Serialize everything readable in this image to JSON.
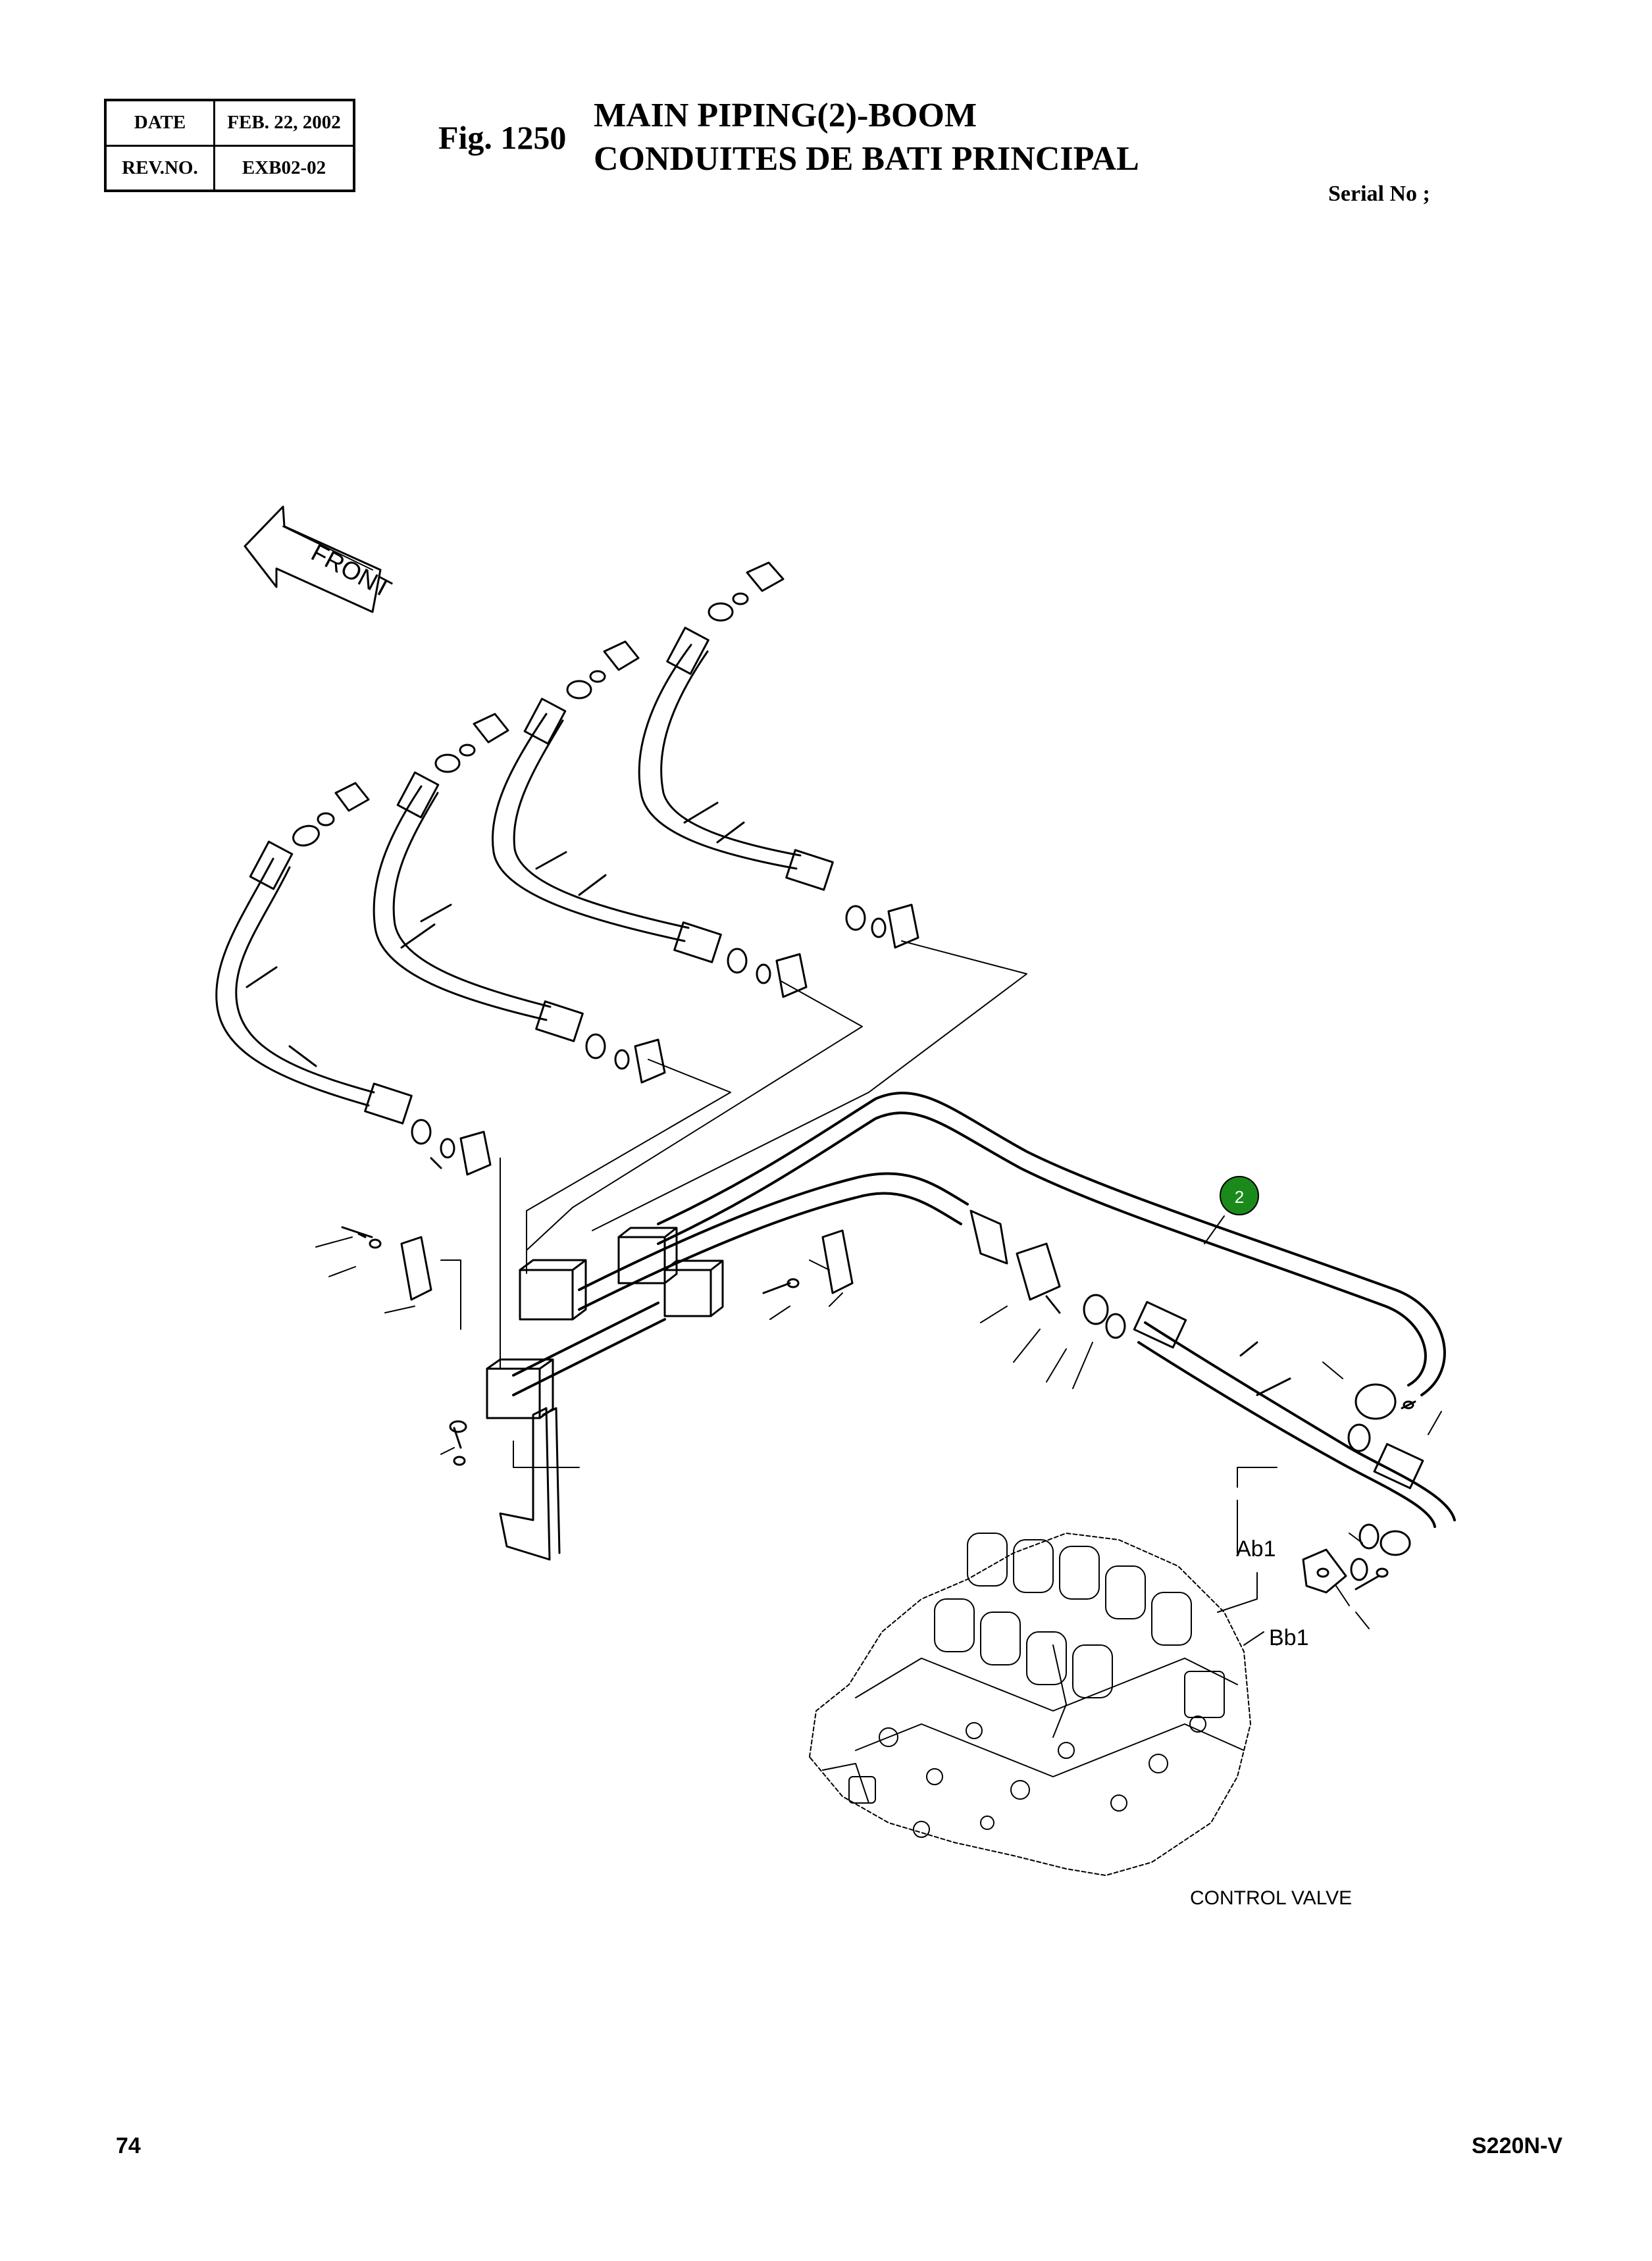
{
  "revision": {
    "date_label": "DATE",
    "date_value": "FEB. 22, 2002",
    "rev_label": "REV.NO.",
    "rev_value": "EXB02-02"
  },
  "figure": {
    "number": "Fig. 1250",
    "title_en": "MAIN PIPING(2)-BOOM",
    "title_fr": "CONDUITES DE BATI PRINCIPAL"
  },
  "serial_label": "Serial No ;",
  "diagram": {
    "front_label": "FRONT",
    "callout_number": "2",
    "callout_color": "#1a8a1a",
    "port_labels": [
      "Ab1",
      "Bb1"
    ],
    "component_label": "CONTROL VALVE"
  },
  "footer": {
    "page": "74",
    "model": "S220N-V"
  }
}
